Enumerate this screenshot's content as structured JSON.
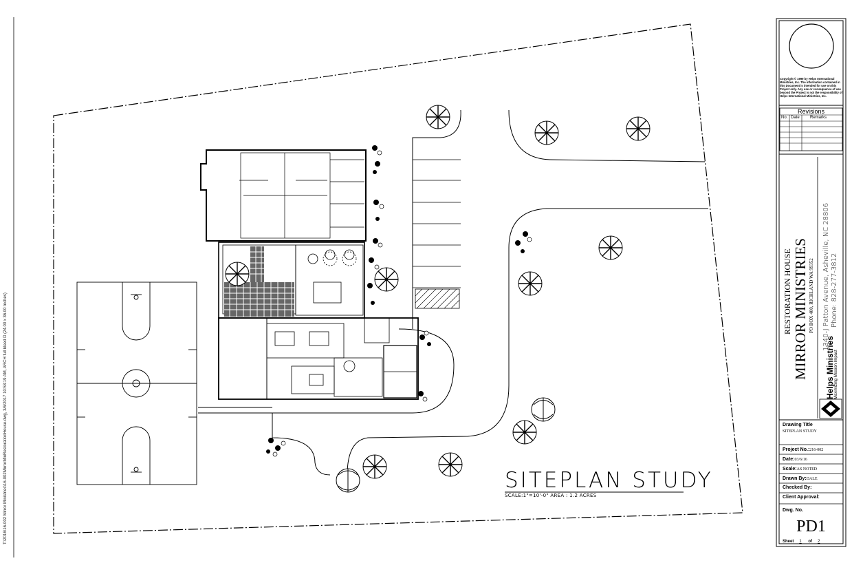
{
  "side_path": "T:\\2016\\16-002 Mirror Ministries\\16-002MirrorMinRestorationHouse.dwg, 3/6/2017 10:53:19 AM, ARCH full bleed D (24.00 x 36.00 Inches)",
  "drawing": {
    "title": "SITEPLAN STUDY",
    "subtitle": "SCALE:1\"=10'-0\"  AREA : 1.2 ACRES"
  },
  "title_block": {
    "copyright": "Copyright © 1999 by Helps International Ministries, Inc. The information contained in this Document is intended for use on this Project only. Any use or consequence of use beyond the Project is not the responsibility of Helps International Ministries, Inc.",
    "revisions_title": "Revisions",
    "revision_cols": [
      "No.",
      "Date",
      "Remarks"
    ],
    "project_kicker": "RESTORATION HOUSE",
    "client_name": "MIRROR MINISTRIES",
    "client_address": "PO BOX 400, RICHLAND WA 99352",
    "firm_address": "1340-J Patton Avenue, Asheville, NC 28806",
    "firm_phone": "Phone: 828-277-3812",
    "firm_name": "Helps Ministries",
    "firm_tagline": "Maximizing Mission Impact",
    "drawing_title_label": "Drawing Title",
    "drawing_title_value": "SITEPLAN STUDY",
    "project_no_label": "Project No.:",
    "project_no": "216-002",
    "date_label": "Date:",
    "date": "03/6/16",
    "scale_label": "Scale:",
    "scale": "AS NOTED",
    "drawn_by_label": "Drawn By:",
    "drawn_by": "DALE",
    "checked_by_label": "Checked By:",
    "client_approval_label": "Client Approval:",
    "dwg_no_label": "Dwg. No.",
    "dwg_no": "PD1",
    "sheet_label": "Sheet",
    "sheet_no": "1",
    "of_label": "of",
    "sheet_total": "2"
  }
}
